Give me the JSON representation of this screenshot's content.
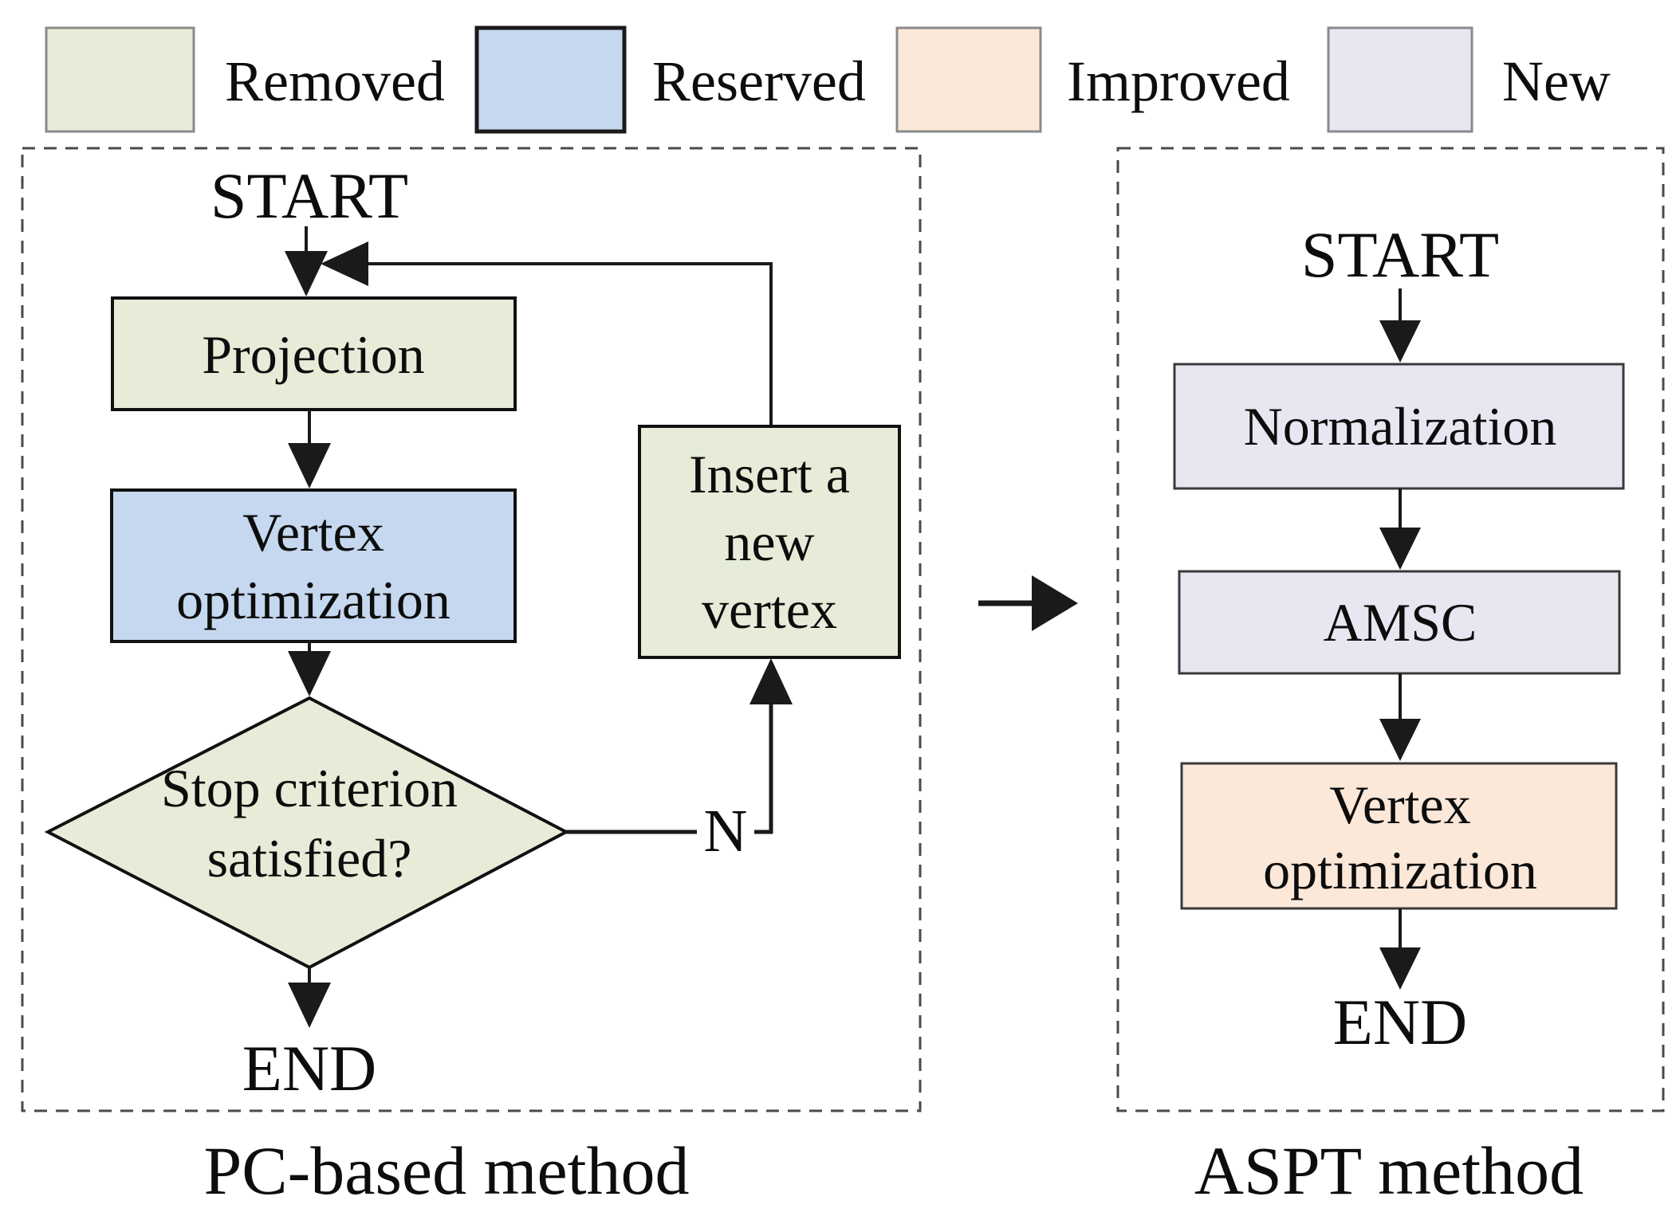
{
  "colors": {
    "removed_fill": "#e6ecd7",
    "reserved_fill": "#c5d8ef",
    "improved_fill": "#fce8d9",
    "new_fill": "#e8e6f1",
    "line": "#1a1a1a"
  },
  "legend": {
    "items": [
      {
        "label": "Removed"
      },
      {
        "label": "Reserved"
      },
      {
        "label": "Improved"
      },
      {
        "label": "New"
      }
    ]
  },
  "left_flow": {
    "title": "PC-based method",
    "start_label": "START",
    "end_label": "END",
    "branch_label_no": "N",
    "nodes": {
      "projection": "Projection",
      "vertex_optimization_line1": "Vertex",
      "vertex_optimization_line2": "optimization",
      "decision_line1": "Stop criterion",
      "decision_line2": "satisfied?",
      "insert_line1": "Insert a",
      "insert_line2": "new",
      "insert_line3": "vertex"
    }
  },
  "right_flow": {
    "title": "ASPT method",
    "start_label": "START",
    "end_label": "END",
    "nodes": {
      "normalization": "Normalization",
      "amsc": "AMSC",
      "vertex_optimization_line1": "Vertex",
      "vertex_optimization_line2": "optimization"
    }
  }
}
